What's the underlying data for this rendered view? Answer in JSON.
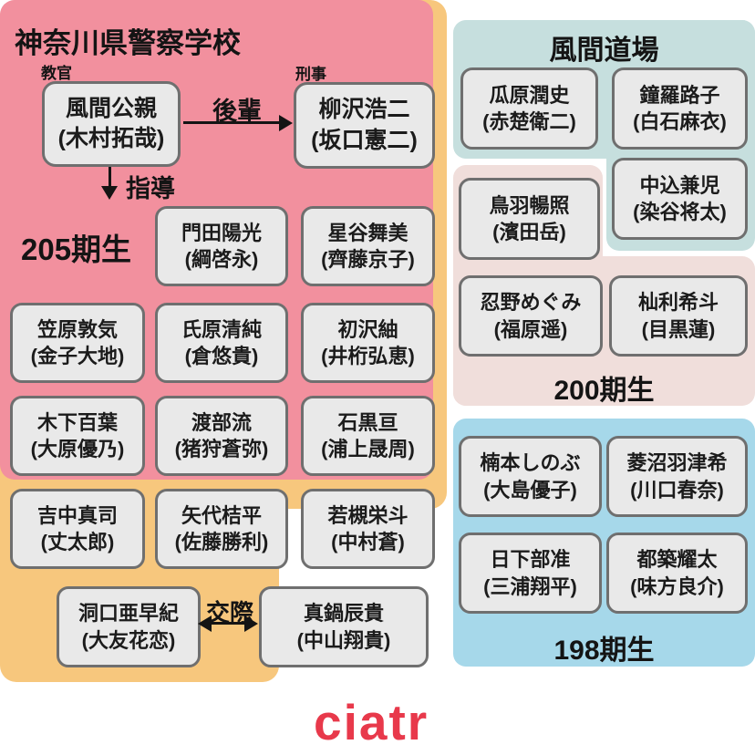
{
  "brand": {
    "name": "ciatr"
  },
  "school": {
    "title": "神奈川県警察学校",
    "instructor_role": "教官",
    "instructor": {
      "name": "風間公親",
      "actor": "(木村拓哉)"
    },
    "detective_role": "刑事",
    "detective": {
      "name": "柳沢浩二",
      "actor": "(坂口憲二)"
    },
    "junior_label": "後輩",
    "guidance_label": "指導"
  },
  "class205": {
    "label": "205期生",
    "dating_label": "交際",
    "students": [
      {
        "name": "門田陽光",
        "actor": "(綱啓永)"
      },
      {
        "name": "星谷舞美",
        "actor": "(齊藤京子)"
      },
      {
        "name": "笠原敦気",
        "actor": "(金子大地)"
      },
      {
        "name": "氏原清純",
        "actor": "(倉悠貴)"
      },
      {
        "name": "初沢紬",
        "actor": "(井桁弘恵)"
      },
      {
        "name": "木下百葉",
        "actor": "(大原優乃)"
      },
      {
        "name": "渡部流",
        "actor": "(猪狩蒼弥)"
      },
      {
        "name": "石黒亘",
        "actor": "(浦上晟周)"
      },
      {
        "name": "吉中真司",
        "actor": "(丈太郎)"
      },
      {
        "name": "矢代桔平",
        "actor": "(佐藤勝利)"
      },
      {
        "name": "若槻栄斗",
        "actor": "(中村蒼)"
      },
      {
        "name": "洞口亜早紀",
        "actor": "(大友花恋)"
      },
      {
        "name": "真鍋辰貴",
        "actor": "(中山翔貴)"
      }
    ]
  },
  "dojo": {
    "title": "風間道場",
    "members": [
      {
        "name": "瓜原潤史",
        "actor": "(赤楚衛二)"
      },
      {
        "name": "鐘羅路子",
        "actor": "(白石麻衣)"
      },
      {
        "name": "中込兼児",
        "actor": "(染谷将太)"
      }
    ]
  },
  "class200": {
    "label": "200期生",
    "members": [
      {
        "name": "鳥羽暢照",
        "actor": "(濱田岳)"
      },
      {
        "name": "忍野めぐみ",
        "actor": "(福原遥)"
      },
      {
        "name": "杣利希斗",
        "actor": "(目黒蓮)"
      }
    ]
  },
  "class198": {
    "label": "198期生",
    "members": [
      {
        "name": "楠本しのぶ",
        "actor": "(大島優子)"
      },
      {
        "name": "菱沼羽津希",
        "actor": "(川口春奈)"
      },
      {
        "name": "日下部准",
        "actor": "(三浦翔平)"
      },
      {
        "name": "都築耀太",
        "actor": "(味方良介)"
      }
    ]
  },
  "colors": {
    "school_bg": "#f7c77d",
    "class205_bg": "#f2909e",
    "dojo_bg": "#c6dfde",
    "class200_bg": "#f0dedb",
    "class198_bg": "#a6d8ea",
    "card_bg": "#e9e9e9",
    "card_border": "#6f6f6f",
    "brand_red": "#e8394b"
  }
}
